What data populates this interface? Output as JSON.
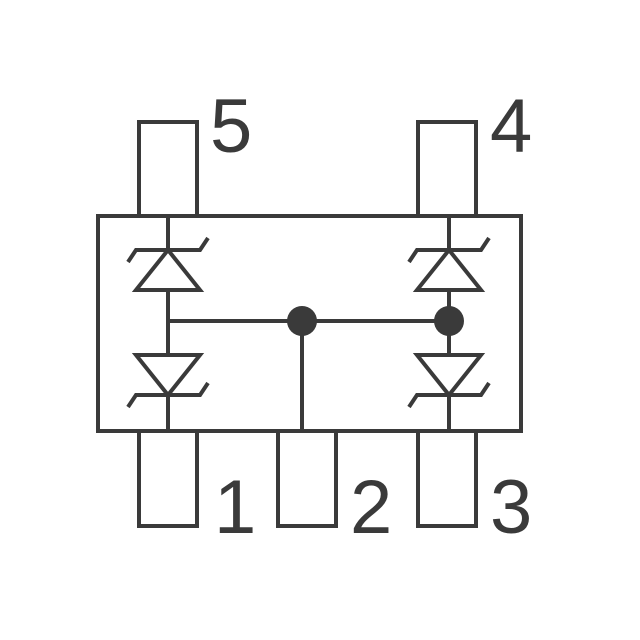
{
  "pins": {
    "pin1": "1",
    "pin2": "2",
    "pin3": "3",
    "pin4": "4",
    "pin5": "5"
  },
  "colors": {
    "line": "#3a3a3a",
    "background": "#ffffff"
  },
  "components": {
    "diodes": [
      "tvs-diode-left-upper",
      "tvs-diode-left-lower",
      "tvs-diode-right-upper",
      "tvs-diode-right-lower"
    ],
    "junction_dots": 2
  }
}
